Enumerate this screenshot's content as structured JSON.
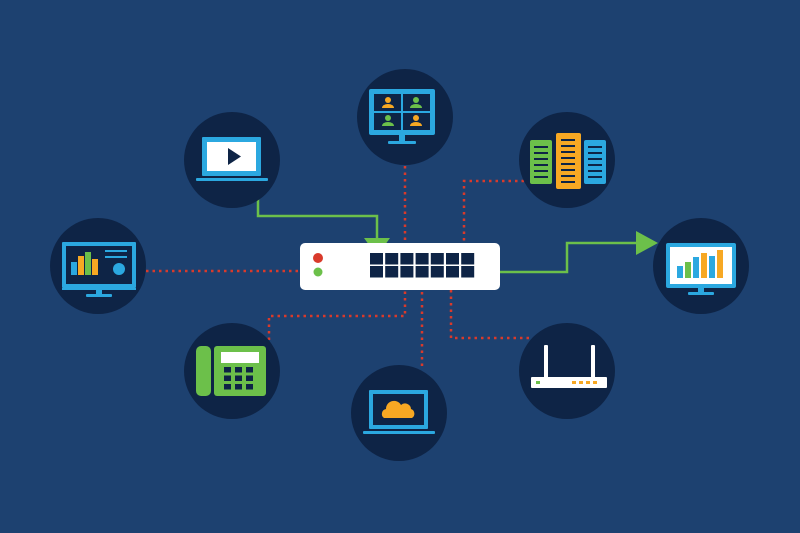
{
  "colors": {
    "background": "#1d4170",
    "node_circle": "#0e2446",
    "screen_blue": "#2ba8e0",
    "green": "#6cc04a",
    "orange": "#f7a823",
    "red": "#d93a2b",
    "white": "#ffffff",
    "switch_port": "#0e2446"
  },
  "nodes": [
    {
      "id": "video-conference",
      "icon": "video-conference-monitor-icon"
    },
    {
      "id": "video-laptop",
      "icon": "laptop-play-icon"
    },
    {
      "id": "storage-servers",
      "icon": "server-rack-icon"
    },
    {
      "id": "dashboard-monitor",
      "icon": "dashboard-monitor-icon"
    },
    {
      "id": "analytics-monitor",
      "icon": "bar-chart-monitor-icon"
    },
    {
      "id": "ip-phone",
      "icon": "desk-phone-icon"
    },
    {
      "id": "cloud-laptop",
      "icon": "cloud-laptop-icon"
    },
    {
      "id": "wireless-router",
      "icon": "router-icon"
    },
    {
      "id": "network-switch",
      "icon": "network-switch-icon"
    }
  ],
  "connections": [
    {
      "from": "video-laptop",
      "to": "network-switch",
      "style": "green-arrow"
    },
    {
      "from": "network-switch",
      "to": "analytics-monitor",
      "style": "green-arrow"
    },
    {
      "from": "dashboard-monitor",
      "to": "network-switch",
      "style": "red-dotted"
    },
    {
      "from": "video-conference",
      "to": "network-switch",
      "style": "red-dotted"
    },
    {
      "from": "storage-servers",
      "to": "network-switch",
      "style": "red-dotted"
    },
    {
      "from": "ip-phone",
      "to": "network-switch",
      "style": "red-dotted"
    },
    {
      "from": "cloud-laptop",
      "to": "network-switch",
      "style": "red-dotted"
    },
    {
      "from": "wireless-router",
      "to": "network-switch",
      "style": "red-dotted"
    }
  ],
  "switch": {
    "port_count": 14,
    "status_leds": [
      "red",
      "green"
    ]
  }
}
